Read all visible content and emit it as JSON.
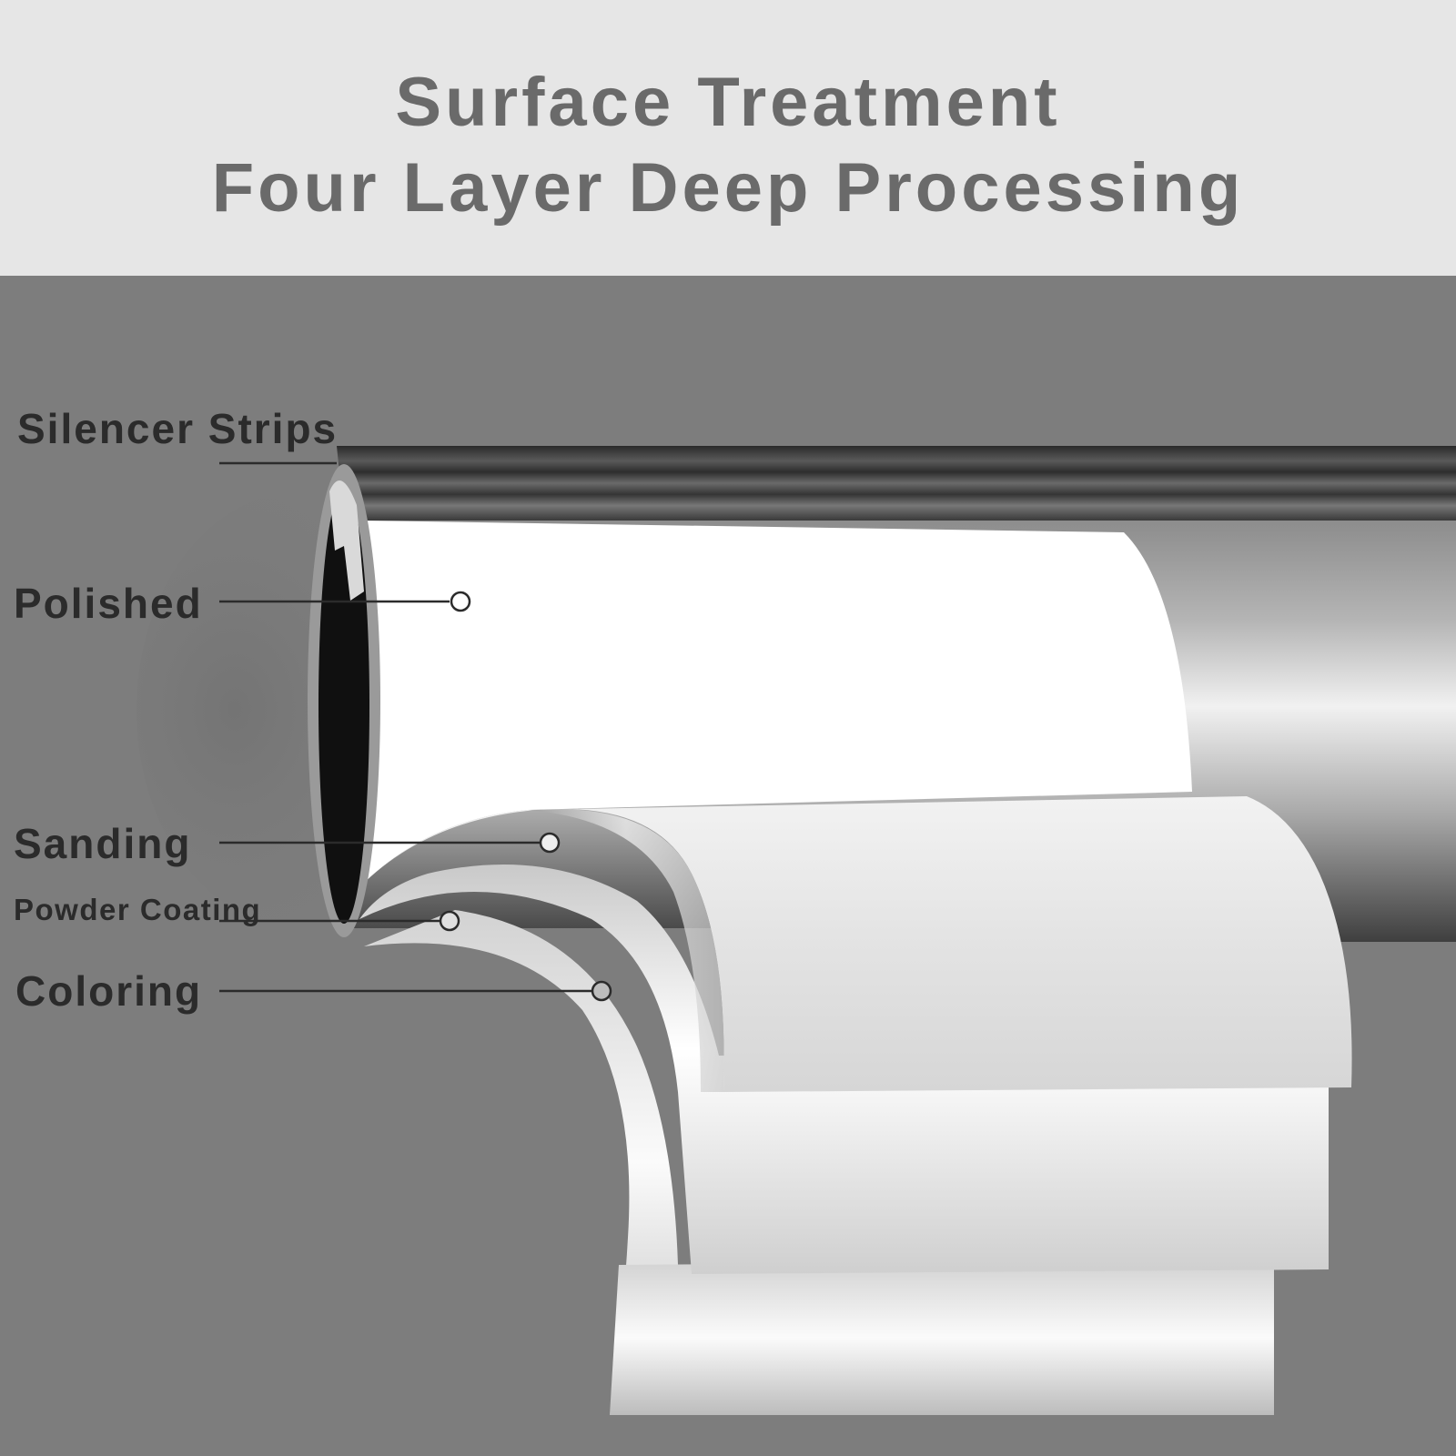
{
  "header": {
    "title_line1": "Surface Treatment",
    "title_line2": "Four Layer Deep Processing"
  },
  "callouts": {
    "silencer_strips": "Silencer Strips",
    "polished": "Polished",
    "sanding": "Sanding",
    "powder_coating": "Powder Coating",
    "coloring": "Coloring"
  },
  "colors": {
    "header_background": "#e6e6e6",
    "title_text": "#6a6a6a",
    "scene_background": "#7d7d7d",
    "label_text": "#2b2b2b"
  }
}
